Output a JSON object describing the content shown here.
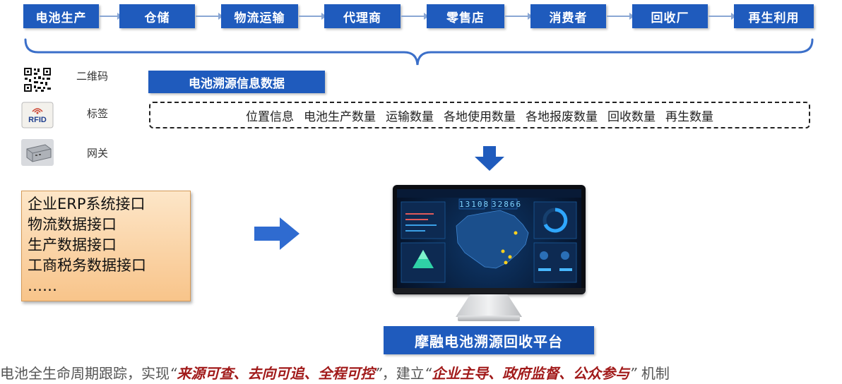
{
  "chain": {
    "stages": [
      "电池生产",
      "仓储",
      "物流运输",
      "代理商",
      "零售店",
      "消费者",
      "回收厂",
      "再生利用"
    ]
  },
  "identifiers": [
    {
      "icon": "qr-code-icon",
      "label": "二维码"
    },
    {
      "icon": "rfid-tag-icon",
      "label": "标签"
    },
    {
      "icon": "gateway-device-icon",
      "label": "网关"
    }
  ],
  "data_section": {
    "header": "电池溯源信息数据",
    "items": [
      "位置信息",
      "电池生产数量",
      "运输数量",
      "各地使用数量",
      "各地报废数量",
      "回收数量",
      "再生数量"
    ]
  },
  "interfaces": {
    "items": [
      "企业ERP系统接口",
      "物流数据接口",
      "生产数据接口",
      "工商税务数据接口",
      "……"
    ]
  },
  "monitor": {
    "counter_left": "13108",
    "counter_right": "32866"
  },
  "platform": {
    "label": "摩融电池溯源回收平台"
  },
  "caption": {
    "prefix": "电池全生命周期跟踪，实现",
    "emphasis1": "来源可查、去向可追、全程可控",
    "middle": "，建立",
    "emphasis2": "企业主导、政府监督、公众参与",
    "suffix": "机制"
  },
  "colors": {
    "primary_blue": "#1f5bbd",
    "emphasis_red": "#a11a1a",
    "interface_box": "#f8c48a"
  }
}
